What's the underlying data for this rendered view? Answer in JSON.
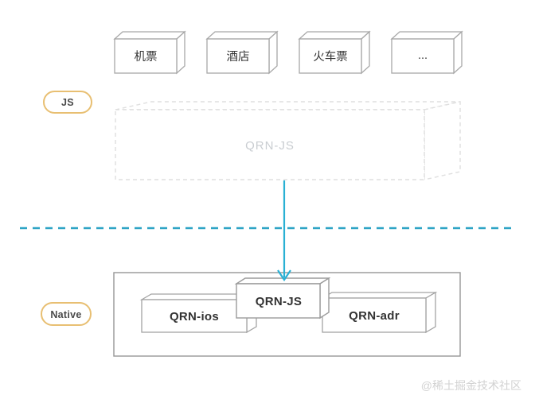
{
  "diagram": {
    "top_boxes": [
      {
        "label": "机票"
      },
      {
        "label": "酒店"
      },
      {
        "label": "火车票"
      },
      {
        "label": "..."
      }
    ],
    "js_layer": {
      "badge": "JS",
      "box_label": "QRN-JS"
    },
    "native_layer": {
      "badge": "Native",
      "left_box": "QRN-ios",
      "center_box": "QRN-JS",
      "right_box": "QRN-adr"
    },
    "watermark": "@稀土掘金技术社区",
    "colors": {
      "badge_border": "#e8bf72",
      "divider_teal": "#2ea4c5",
      "arrow_cyan": "#29b0d4",
      "box_border": "#a8a8a8",
      "container_border": "#969696",
      "dashed_box_border": "#dfdfdf",
      "ghost_text": "#c9cdd1",
      "label_text": "#333333",
      "watermark_text": "#d2d2d2"
    }
  }
}
